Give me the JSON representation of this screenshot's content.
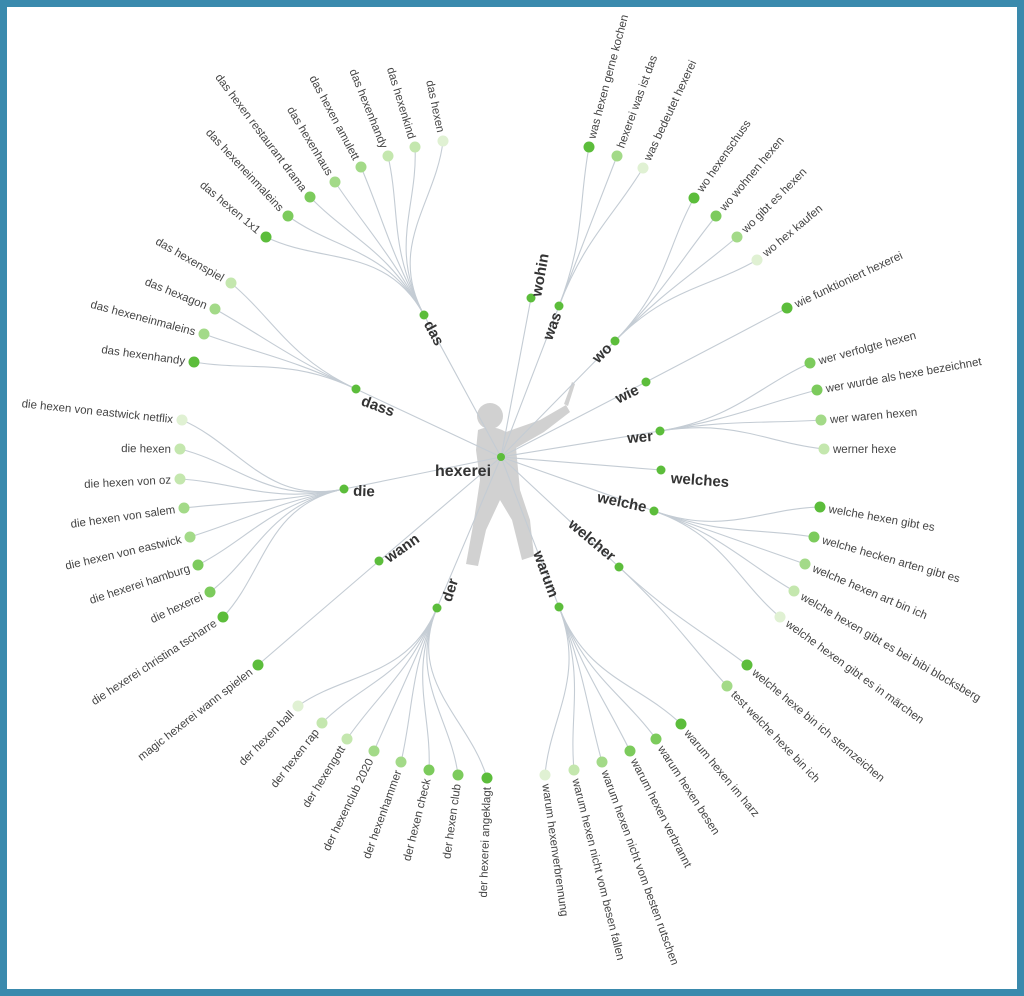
{
  "root": {
    "label": "hexerei"
  },
  "shade_colors": {
    "1": "#5cbd3b",
    "2": "#7ccb5c",
    "3": "#a3da88",
    "4": "#c4e7ae",
    "5": "#e0f1d3"
  },
  "border_color": "#3a8aad",
  "branches": [
    {
      "label": "das",
      "leaves": [
        {
          "label": "das hexen 1x1",
          "shade": 1
        },
        {
          "label": "das hexeneinmaleins",
          "shade": 2
        },
        {
          "label": "das hexen restaurant drama",
          "shade": 2
        },
        {
          "label": "das hexenhaus",
          "shade": 3
        },
        {
          "label": "das hexen amulett",
          "shade": 3
        },
        {
          "label": "das hexenhandy",
          "shade": 4
        },
        {
          "label": "das hexenkind",
          "shade": 4
        },
        {
          "label": "das hexen",
          "shade": 5
        }
      ]
    },
    {
      "label": "dass",
      "leaves": [
        {
          "label": "das hexenspiel",
          "shade": 4
        },
        {
          "label": "das hexagon",
          "shade": 3
        },
        {
          "label": "das hexeneinmaleins",
          "shade": 3
        },
        {
          "label": "das hexenhandy",
          "shade": 1
        }
      ]
    },
    {
      "label": "die",
      "leaves": [
        {
          "label": "die hexen von eastwick netflix",
          "shade": 5
        },
        {
          "label": "die hexen",
          "shade": 4
        },
        {
          "label": "die hexen von oz",
          "shade": 4
        },
        {
          "label": "die hexen von salem",
          "shade": 3
        },
        {
          "label": "die hexen von eastwick",
          "shade": 3
        },
        {
          "label": "die hexerei hamburg",
          "shade": 2
        },
        {
          "label": "die hexerei",
          "shade": 2
        },
        {
          "label": "die hexerei christina tscharre",
          "shade": 1
        }
      ]
    },
    {
      "label": "wann",
      "leaves": [
        {
          "label": "magic hexerei wann spielen",
          "shade": 1
        }
      ]
    },
    {
      "label": "der",
      "leaves": [
        {
          "label": "der hexen ball",
          "shade": 5
        },
        {
          "label": "der hexen rap",
          "shade": 4
        },
        {
          "label": "der hexengott",
          "shade": 4
        },
        {
          "label": "der hexenclub 2020",
          "shade": 3
        },
        {
          "label": "der hexenhammer",
          "shade": 3
        },
        {
          "label": "der hexen check",
          "shade": 2
        },
        {
          "label": "der hexen club",
          "shade": 2
        },
        {
          "label": "der hexerei angeklagt",
          "shade": 1
        }
      ]
    },
    {
      "label": "warum",
      "leaves": [
        {
          "label": "warum hexenverbrennung",
          "shade": 5
        },
        {
          "label": "warum hexen nicht vom besen fallen",
          "shade": 4
        },
        {
          "label": "warum hexen nicht vom besten rutschen",
          "shade": 3
        },
        {
          "label": "warum hexen verbrannt",
          "shade": 2
        },
        {
          "label": "warum hexen besen",
          "shade": 2
        },
        {
          "label": "warum hexen im harz",
          "shade": 1
        }
      ]
    },
    {
      "label": "welcher",
      "leaves": [
        {
          "label": "welche hexe bin ich sternzeichen",
          "shade": 1
        },
        {
          "label": "test welche hexe bin ich",
          "shade": 3
        }
      ]
    },
    {
      "label": "welche",
      "leaves": [
        {
          "label": "welche hexen gibt es",
          "shade": 1
        },
        {
          "label": "welche hecken arten gibt es",
          "shade": 2
        },
        {
          "label": "welche hexen art bin ich",
          "shade": 3
        },
        {
          "label": "welche hexen gibt es bei bibi blocksberg",
          "shade": 4
        },
        {
          "label": "welche hexen gibt es in märchen",
          "shade": 5
        }
      ]
    },
    {
      "label": "welches",
      "leaves": []
    },
    {
      "label": "wer",
      "leaves": [
        {
          "label": "wer verfolgte hexen",
          "shade": 2
        },
        {
          "label": "wer wurde als hexe bezeichnet",
          "shade": 2
        },
        {
          "label": "wer waren hexen",
          "shade": 3
        },
        {
          "label": "werner hexe",
          "shade": 4
        }
      ]
    },
    {
      "label": "wie",
      "leaves": [
        {
          "label": "wie funktioniert hexerei",
          "shade": 1
        }
      ]
    },
    {
      "label": "wo",
      "leaves": [
        {
          "label": "wo hexenschuss",
          "shade": 1
        },
        {
          "label": "wo wohnen hexen",
          "shade": 2
        },
        {
          "label": "wo gibt es hexen",
          "shade": 3
        },
        {
          "label": "wo hex kaufen",
          "shade": 5
        }
      ]
    },
    {
      "label": "was",
      "leaves": [
        {
          "label": "was hexen gerne kochen",
          "shade": 1
        },
        {
          "label": "hexerei was ist das",
          "shade": 3
        },
        {
          "label": "was bedeutet hexerei",
          "shade": 5
        }
      ]
    },
    {
      "label": "wohin",
      "leaves": []
    }
  ]
}
